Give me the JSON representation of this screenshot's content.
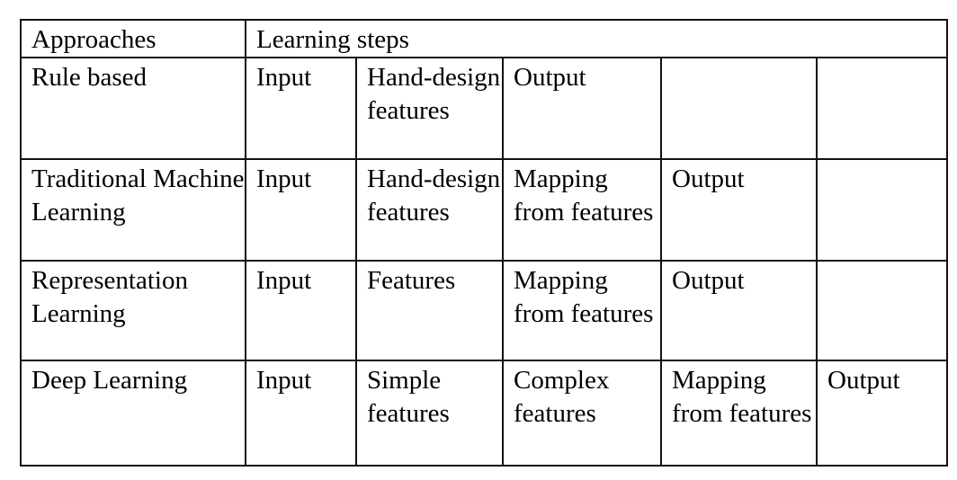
{
  "table": {
    "header": {
      "approaches_label": "Approaches",
      "learning_steps_label": "Learning steps",
      "learning_steps_colspan": 5
    },
    "rows": [
      {
        "approach": "Rule based",
        "steps": [
          "Input",
          "Hand-design features",
          "Output",
          "",
          ""
        ]
      },
      {
        "approach": "Traditional Machine Learning",
        "steps": [
          "Input",
          "Hand-design features",
          "Mapping from features",
          "Output",
          ""
        ]
      },
      {
        "approach": "Representation Learning",
        "steps": [
          "Input",
          "Features",
          "Mapping from features",
          "Output",
          ""
        ]
      },
      {
        "approach": "Deep Learning",
        "steps": [
          "Input",
          "Simple features",
          "Complex features",
          "Mapping from features",
          "Output"
        ]
      }
    ]
  },
  "style": {
    "border_color": "#111111",
    "text_color": "#000000",
    "background": "#ffffff"
  }
}
